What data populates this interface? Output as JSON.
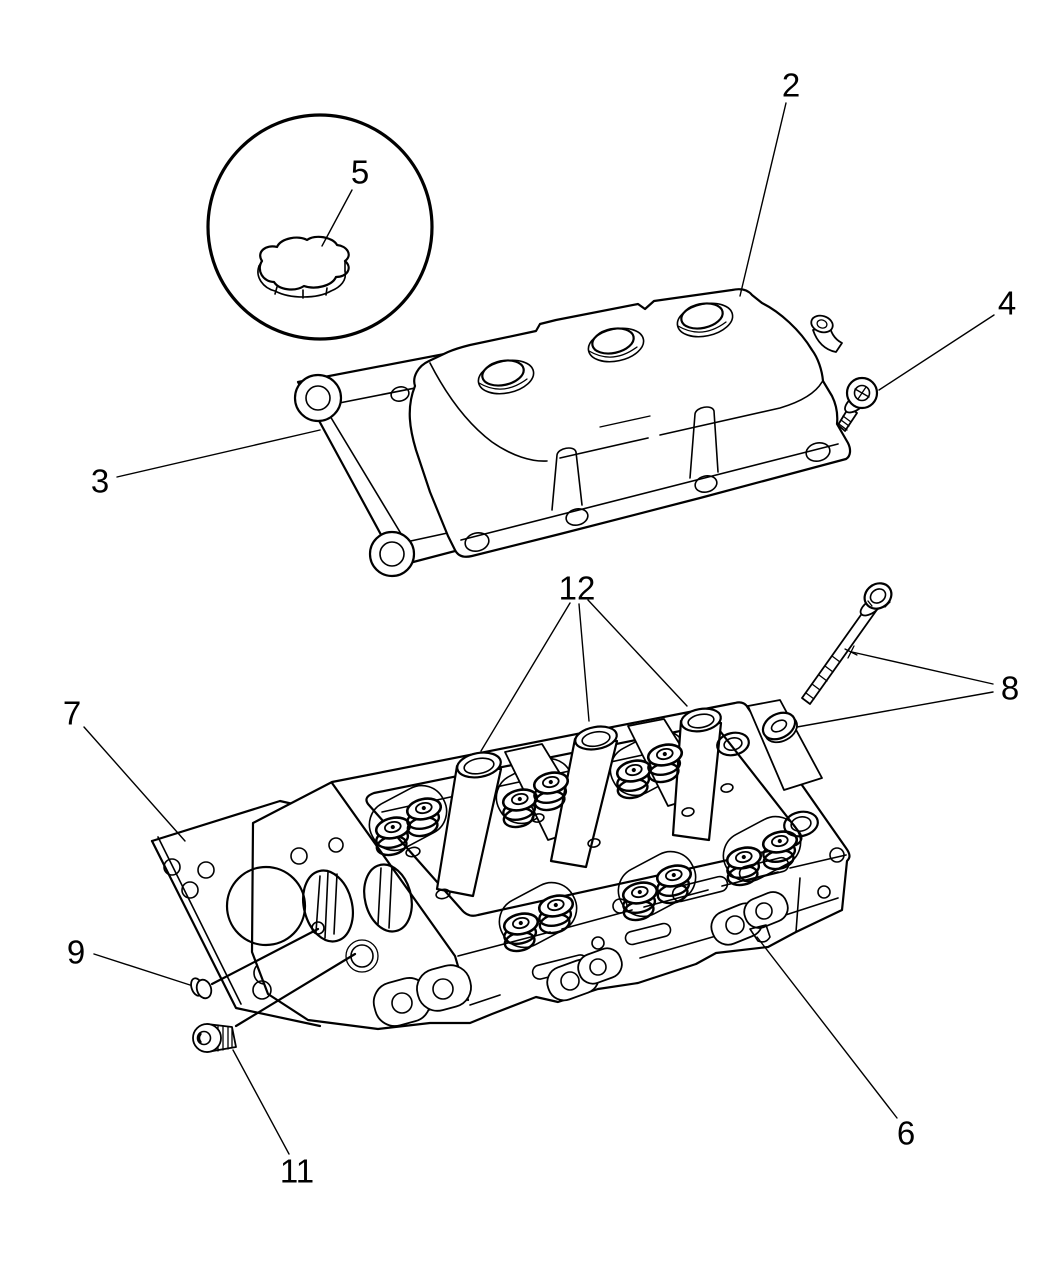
{
  "figure": {
    "kind": "exploded-parts-diagram",
    "subject": "cylinder-head-and-valve-cover",
    "background_color": "#ffffff",
    "line_color": "#000000",
    "detail_view": {
      "shape": "circle",
      "content": "oil-filler-cap",
      "callout": "5"
    }
  },
  "callouts": [
    {
      "number": "2",
      "part": "valve-cover"
    },
    {
      "number": "3",
      "part": "valve-cover-gasket"
    },
    {
      "number": "4",
      "part": "valve-cover-bolt"
    },
    {
      "number": "5",
      "part": "oil-filler-cap"
    },
    {
      "number": "6",
      "part": "cylinder-head"
    },
    {
      "number": "7",
      "part": "cylinder-head-gasket"
    },
    {
      "number": "8",
      "part": "head-bolt-and-washer"
    },
    {
      "number": "9",
      "part": "dowel-pin"
    },
    {
      "number": "11",
      "part": "threaded-plug"
    },
    {
      "number": "12",
      "part": "spark-plug-tubes"
    }
  ]
}
